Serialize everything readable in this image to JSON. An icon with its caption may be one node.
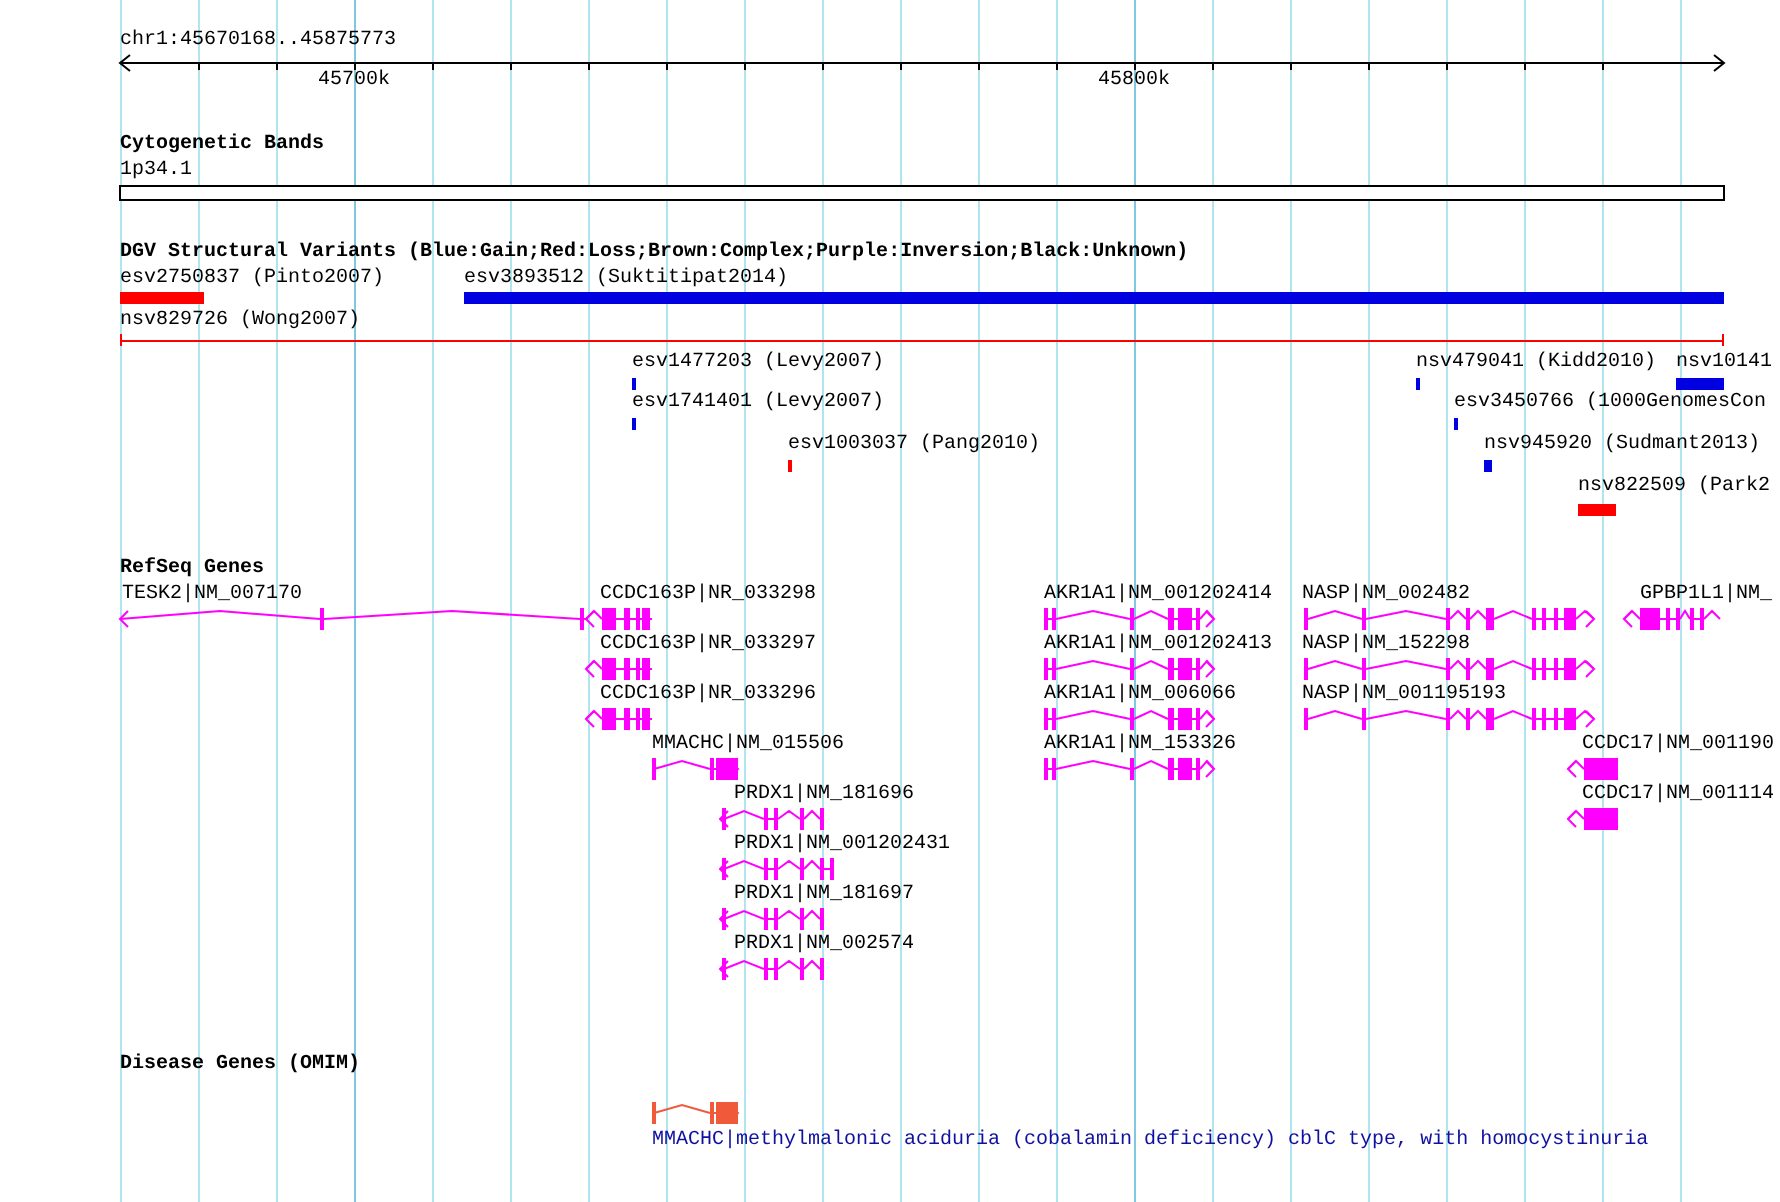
{
  "diagram": {
    "labels": [
      "chr1:45670168..45875773",
      "45700k",
      "45800k",
      "Cytogenetic Bands",
      "1p34.1",
      "DGV Structural Variants (Blue:Gain;Red:Loss;Brown:Complex;Purple:Inversion;Black:Unknown)",
      "esv2750837 (Pinto2007)",
      "esv3893512 (Suktitipat2014)",
      "nsv829726 (Wong2007)",
      "esv1477203 (Levy2007)",
      "nsv479041 (Kidd2010)",
      "nsv10141",
      "esv1741401 (Levy2007)",
      "esv3450766 (1000GenomesCon",
      "esv1003037 (Pang2010)",
      "nsv945920 (Sudmant2013)",
      "nsv822509 (Park2",
      "RefSeq Genes",
      "TESK2|NM_007170",
      "CCDC163P|NR_033298",
      "AKR1A1|NM_001202414",
      "NASP|NM_002482",
      "GPBP1L1|NM_",
      "CCDC163P|NR_033297",
      "AKR1A1|NM_001202413",
      "NASP|NM_152298",
      "CCDC163P|NR_033296",
      "AKR1A1|NM_006066",
      "NASP|NM_001195193",
      "MMACHC|NM_015506",
      "AKR1A1|NM_153326",
      "CCDC17|NM_001190",
      "PRDX1|NM_181696",
      "CCDC17|NM_001114",
      "PRDX1|NM_001202431",
      "PRDX1|NM_181697",
      "PRDX1|NM_002574",
      "Disease Genes (OMIM)",
      "MMACHC|methylmalonic aciduria (cobalamin deficiency) cblC type, with homocystinuria"
    ]
  }
}
